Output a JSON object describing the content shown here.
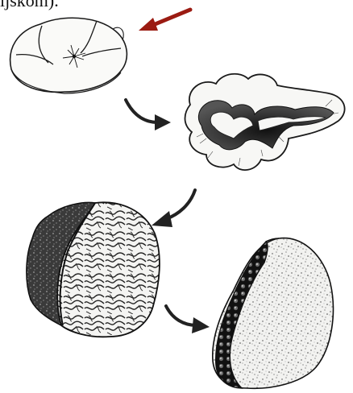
{
  "caption": "ijskom).",
  "colors": {
    "ink": "#1a1a1a",
    "highlight_arrow": "#9b1b12",
    "flow_arrow": "#222222",
    "background": "#ffffff"
  },
  "figures": [
    {
      "id": "stage-1",
      "icon": "flattened-lobed-body"
    },
    {
      "id": "stage-2",
      "icon": "folded-cross-section"
    },
    {
      "id": "stage-3",
      "icon": "marbled-cut-tuber"
    },
    {
      "id": "stage-4",
      "icon": "warty-whole-tuber"
    }
  ]
}
